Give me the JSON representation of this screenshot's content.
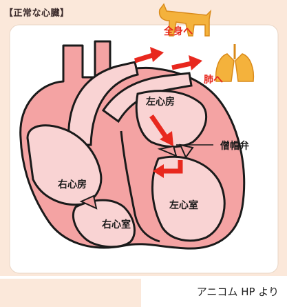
{
  "figure": {
    "title": "【正常な心臓】",
    "source_caption": "アニコム HP より"
  },
  "labels": {
    "to_body": "全身へ",
    "to_lungs": "肺へ",
    "left_atrium": "左心房",
    "mitral_valve": "僧帽弁",
    "right_atrium": "右心房",
    "left_ventricle": "左心室",
    "right_ventricle": "右心室"
  },
  "icons": {
    "body": "dog-silhouette-icon",
    "lungs": "lungs-icon"
  },
  "colors": {
    "frame_bg": "#fbe8da",
    "panel_bg": "#ffffff",
    "heart_fill": "#f4a3a3",
    "heart_light": "#f9d3d3",
    "outline": "#1a1a1a",
    "arrow_red": "#e8281e",
    "icon_orange": "#f4b23c"
  }
}
